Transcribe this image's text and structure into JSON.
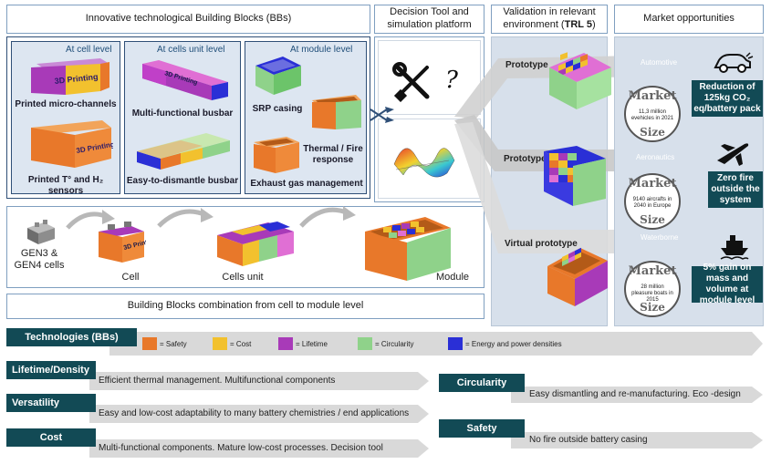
{
  "headers": {
    "bbs": "Innovative technological Building Blocks (BBs)",
    "decision": "Decision Tool and simulation platform",
    "validation_pre": "Validation in relevant environment (",
    "validation_trl": "TRL 5",
    "validation_post": ")",
    "market": "Market opportunities"
  },
  "levels": {
    "cell": "At cell level",
    "cells_unit": "At cells unit level",
    "module": "At module level"
  },
  "bbs": {
    "micro_channels": "Printed micro-channels",
    "sensors": "Printed T° and H₂ sensors",
    "busbar_multi": "Multi-functional busbar",
    "busbar_dismantle": "Easy-to-dismantle busbar",
    "srp_casing": "SRP casing",
    "thermal_fire": "Thermal / Fire response",
    "exhaust": "Exhaust gas management"
  },
  "printing_label": "3D Printing",
  "combination": {
    "gen_cells": "GEN3 & GEN4 cells",
    "cell": "Cell",
    "cells_unit": "Cells unit",
    "module": "Module",
    "footer": "Building Blocks combination from cell to module level"
  },
  "validation": {
    "prototype1": "Prototype",
    "prototype2": "Prototype",
    "virtual": "Virtual prototype"
  },
  "market": {
    "sectors": [
      "Automotive",
      "Aeronautics",
      "Waterborne"
    ],
    "stamps": [
      {
        "top": "Market",
        "mid": "11,3 million evehicles in 2021",
        "bottom": "Size"
      },
      {
        "top": "Market",
        "mid": "9140 aircrafts in 2040 in Europe",
        "bottom": "Size"
      },
      {
        "top": "Market",
        "mid": "28 million pleasure boats in 2015",
        "bottom": "Size"
      }
    ],
    "outcomes": [
      "Reduction of 125kg CO₂ eq/battery pack",
      "Zero fire outside the system",
      "5% gain on mass and volume at module level"
    ]
  },
  "technologies": {
    "title": "Technologies (BBs)",
    "legend": [
      {
        "label": "= Safety",
        "color": "#e8782a"
      },
      {
        "label": "= Cost",
        "color": "#f2c12e"
      },
      {
        "label": "= Lifetime",
        "color": "#a83ab8"
      },
      {
        "label": "= Circularity",
        "color": "#8fd28a"
      },
      {
        "label": "= Energy and power densities",
        "color": "#2a2fd6"
      }
    ]
  },
  "impacts": [
    {
      "title": "Lifetime/Density",
      "text": "Efficient thermal management. Multifunctional components"
    },
    {
      "title": "Versatility",
      "text": "Easy and low-cost adaptability to many battery chemistries / end applications"
    },
    {
      "title": "Cost",
      "text": "Multi-functional components. Mature low-cost processes. Decision tool"
    },
    {
      "title": "Circularity",
      "text": "Easy dismantling and re-manufacturing. Eco -design"
    },
    {
      "title": "Safety",
      "text": "No fire outside battery casing"
    }
  ],
  "colors": {
    "teal": "#124a55",
    "navy_border": "#2f4f77",
    "panel_bg": "#dde6f1",
    "arrow_gray": "#d9d9d9"
  },
  "icons": {
    "decision": [
      "wrench-screwdriver-icon",
      "question-mark-icon"
    ],
    "simulation": "surface-plot-icon",
    "market": [
      "car-icon",
      "airplane-icon",
      "ship-icon"
    ],
    "connector": "crossed-arrows-icon"
  }
}
